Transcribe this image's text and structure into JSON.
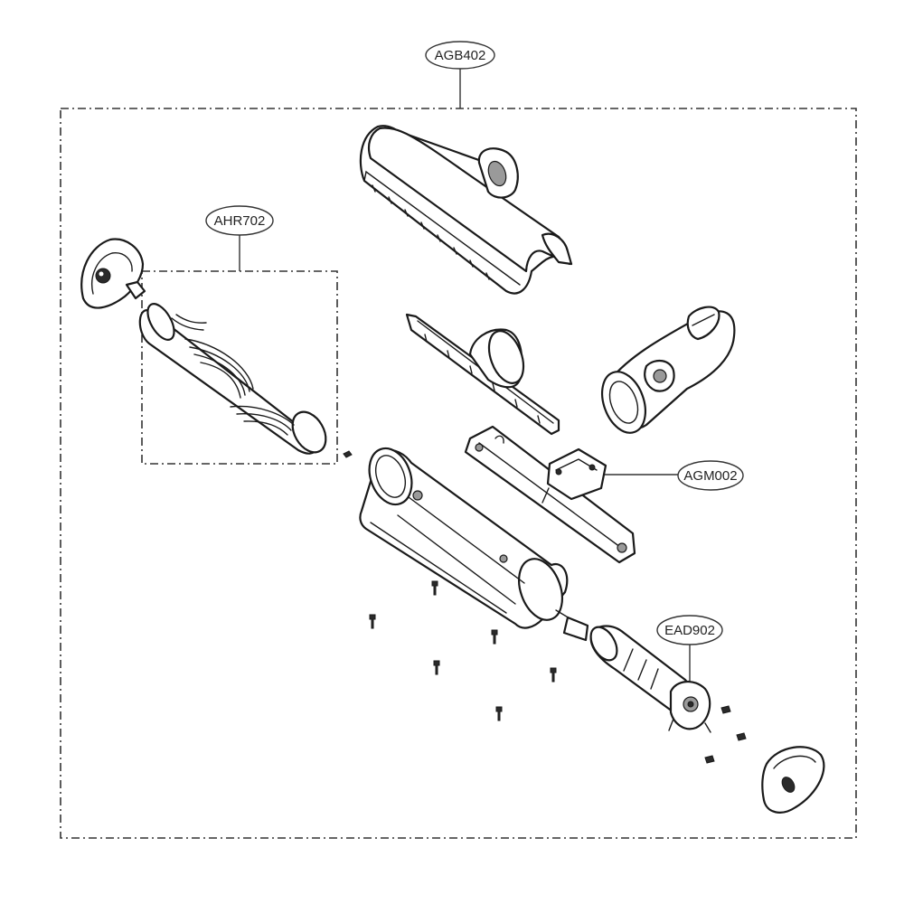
{
  "callouts": {
    "agb402": "AGB402",
    "ahr702": "AHR702",
    "agm002": "AGM002",
    "ead902": "EAD902"
  }
}
